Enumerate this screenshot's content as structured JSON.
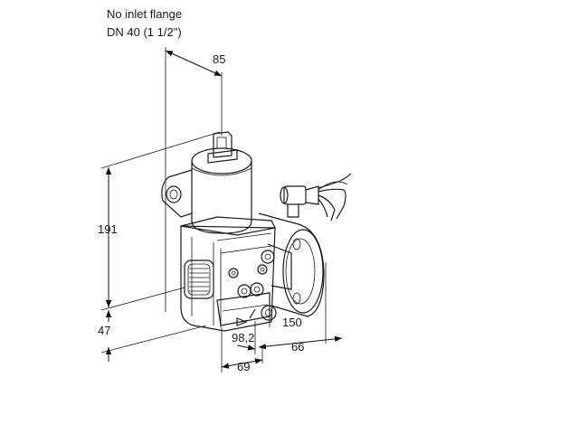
{
  "header": {
    "line1": "No inlet flange",
    "line2": "DN 40 (1 1/2\")"
  },
  "dimensions": {
    "d85": "85",
    "d191": "191",
    "d47": "47",
    "d150": "150",
    "d98": "98,2",
    "d66": "66",
    "d69": "69"
  }
}
